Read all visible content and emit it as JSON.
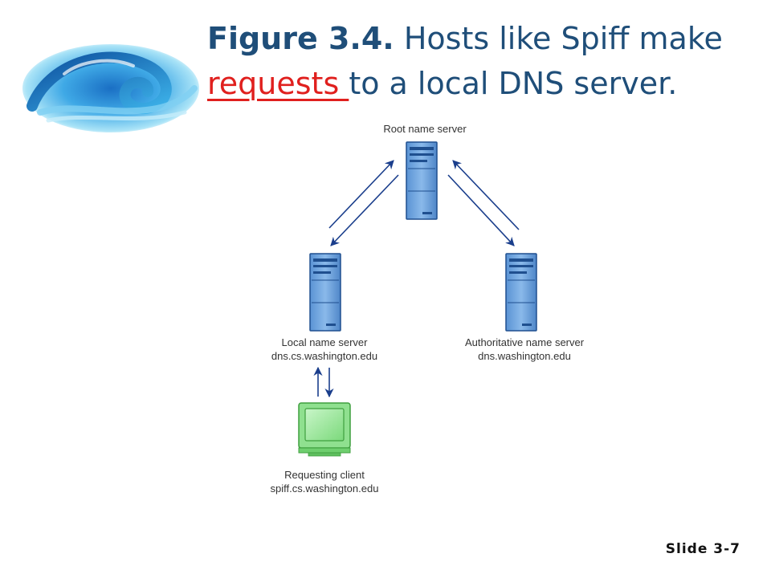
{
  "title": {
    "figure_label": "Figure 3.4.",
    "text_part1": "Hosts like Spiff make",
    "text_highlight": "requests ",
    "text_part2": "to a local DNS server."
  },
  "diagram": {
    "root": {
      "label": "Root name server"
    },
    "local": {
      "label_line1": "Local name server",
      "label_line2": "dns.cs.washington.edu"
    },
    "authoritative": {
      "label_line1": "Authoritative name server",
      "label_line2": "dns.washington.edu"
    },
    "client": {
      "label_line1": "Requesting client",
      "label_line2": "spiff.cs.washington.edu"
    }
  },
  "colors": {
    "title": "#1f4e79",
    "highlight": "#e0201e",
    "server_fill": "#6fa3dc",
    "server_stroke": "#1f4f8f",
    "arrow": "#1a3e8c",
    "client_fill": "#8fe08f",
    "client_stroke": "#3f9f3f"
  },
  "slide": {
    "number": "Slide 3-7"
  }
}
